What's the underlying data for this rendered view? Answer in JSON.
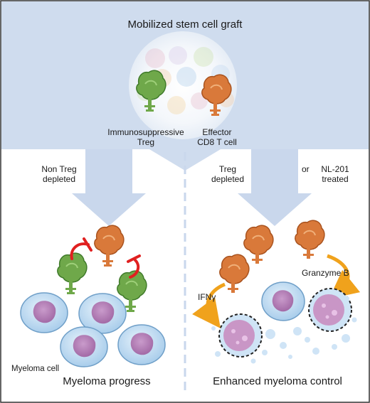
{
  "header": {
    "title": "Mobilized stem cell graft"
  },
  "graft_labels": {
    "treg": [
      "Immunosuppressive",
      "Treg"
    ],
    "effector": [
      "Effector",
      "CD8 T cell"
    ]
  },
  "left_panel": {
    "arrow_label": [
      "Non Treg",
      "depleted"
    ],
    "cell_label": "Myeloma cell",
    "caption": "Myeloma progress"
  },
  "right_panel": {
    "arrow_label_a": [
      "Treg",
      "depleted"
    ],
    "or_text": "or",
    "arrow_label_b": [
      "NL-201",
      "treated"
    ],
    "granzyme": "Granzyme B",
    "ifng": "IFNγ",
    "caption": "Enhanced myeloma control"
  },
  "colors": {
    "panel_bg": "#cfdcee",
    "arrow": "#c9d7ec",
    "treg": "#6fa84a",
    "effector": "#d9793a",
    "inhibit": "#e02020",
    "myeloma_outer": "#b8d6f0",
    "myeloma_nucleus": "#b37fb6",
    "cytokine_arrow": "#f0a21c"
  }
}
